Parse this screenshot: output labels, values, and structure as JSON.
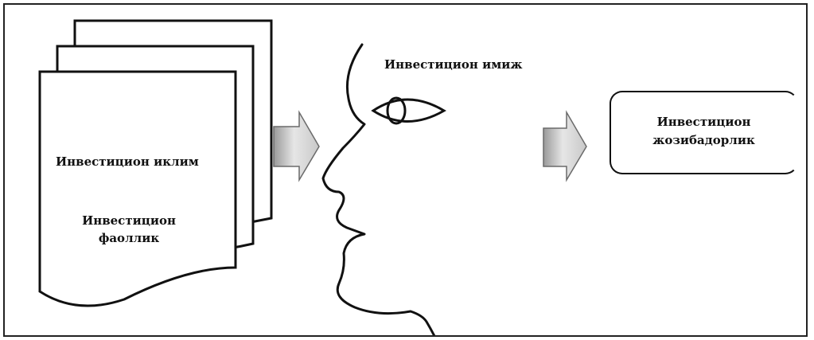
{
  "labels": {
    "climate": "Инвестицион иклим",
    "activity_line1": "Инвестицион",
    "activity_line2": "фаоллик",
    "image": "Инвестицион имиж",
    "attractiveness_line1": "Инвестицион",
    "attractiveness_line2": "жозибадорлик"
  },
  "colors": {
    "stroke": "#111111",
    "arrow_fill_light": "#d8d8d8",
    "arrow_fill_dark": "#8a8a8a"
  }
}
